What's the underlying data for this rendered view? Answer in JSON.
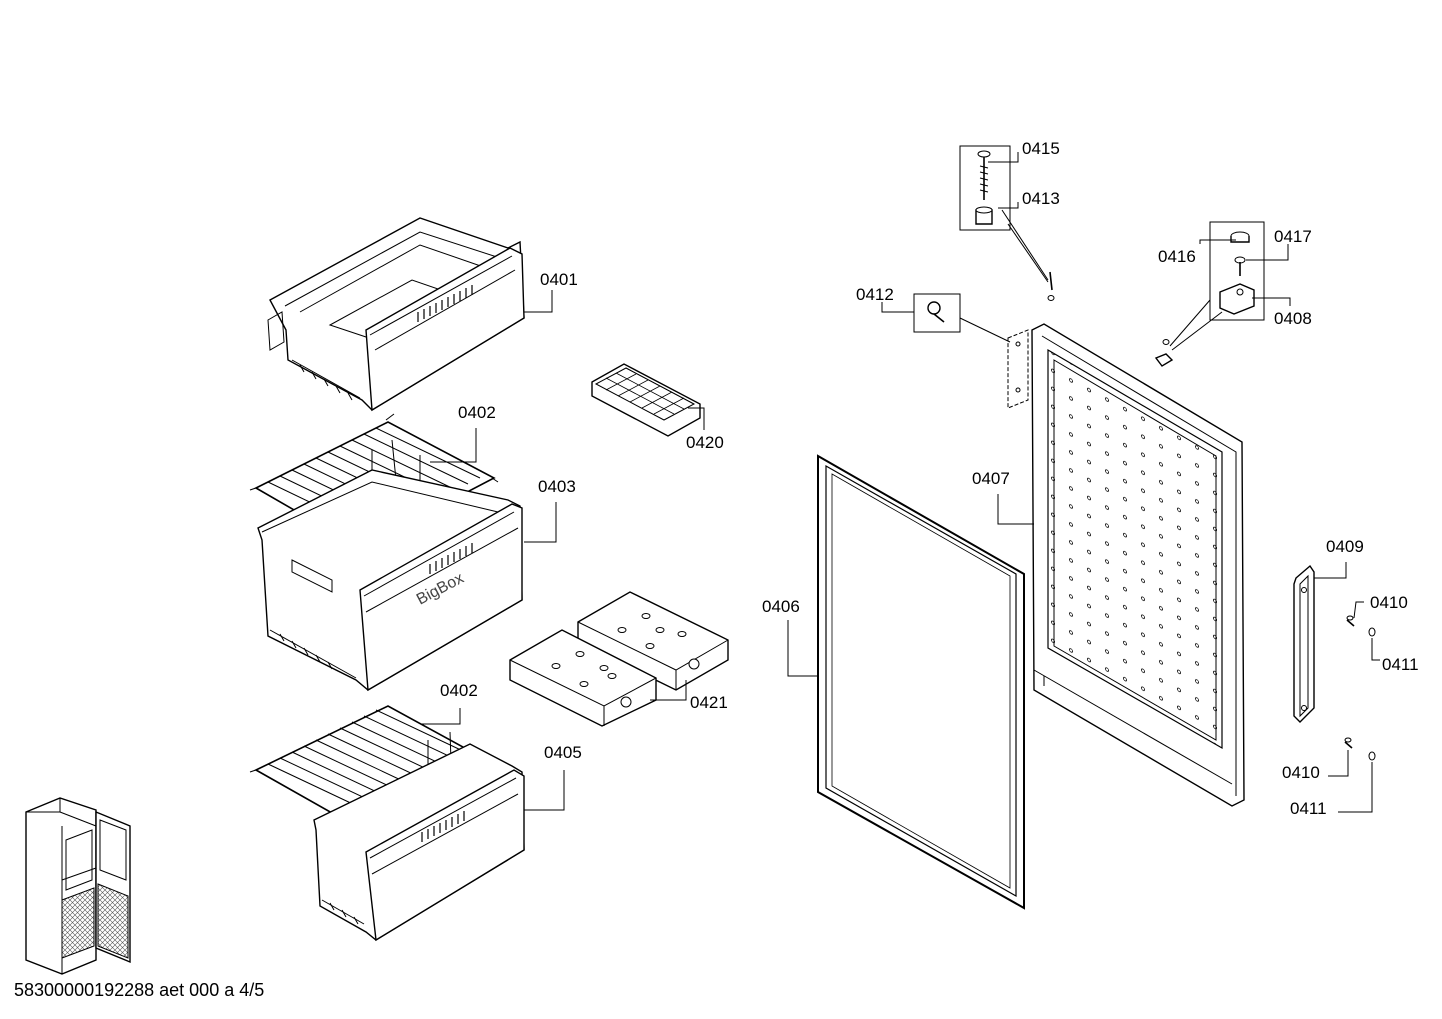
{
  "callouts": {
    "c0401": "0401",
    "c0402a": "0402",
    "c0403": "0403",
    "c0402b": "0402",
    "c0405": "0405",
    "c0420": "0420",
    "c0421": "0421",
    "c0406": "0406",
    "c0407": "0407",
    "c0412": "0412",
    "c0415": "0415",
    "c0413": "0413",
    "c0416": "0416",
    "c0417": "0417",
    "c0408": "0408",
    "c0409": "0409",
    "c0410a": "0410",
    "c0411a": "0411",
    "c0410b": "0410",
    "c0411b": "0411"
  },
  "drawer_brand": "BigBox",
  "footer": "58300000192288 aet 000 a 4/5"
}
